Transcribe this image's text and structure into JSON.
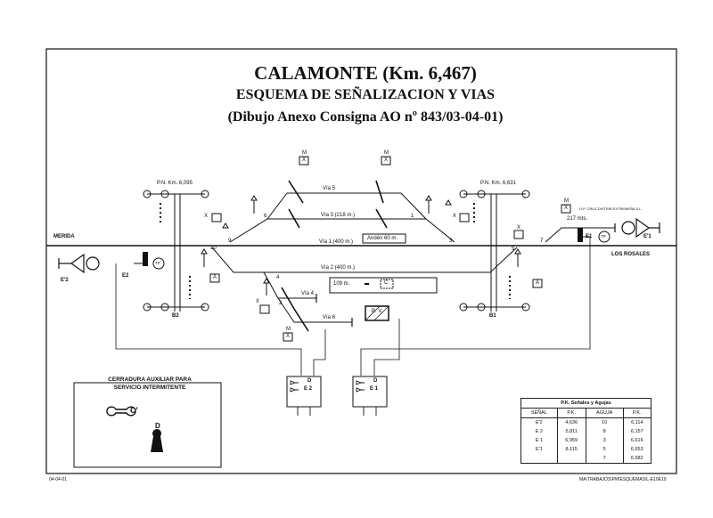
{
  "title": {
    "main": "CALAMONTE (Km. 6,467)",
    "subtitle": "ESQUEMA DE SEÑALIZACION Y VIAS",
    "reference": "(Dibujo Anexo Consigna AO nº 843/03-04-01)"
  },
  "places": {
    "left": "MERIDA",
    "right": "LOS ROSALES"
  },
  "level_crossings": {
    "left": "P.N. Km. 6,095",
    "right": "P.N. Km. 6,631"
  },
  "tracks": {
    "via5": "Vía 5",
    "via3": "Vía 3 (218 m.)",
    "via1": "Vía 1 (400 m.)",
    "via2": "Vía 2 (400 m.)",
    "via4": "Vía 4",
    "via6": "Vía 6",
    "platform": "Andén 60 m.",
    "length_109": "109 m.",
    "length_217": "217 mts."
  },
  "marks": {
    "m": "M",
    "x": "X",
    "a": "A",
    "c": "C",
    "d": "D",
    "bv": "B. V.",
    "company": "O.P. CRUZ DISTRIB.EXTREMEÑA S.L."
  },
  "signals": {
    "e2p": "E'2",
    "e2": "E2",
    "e1": "E1",
    "e1p": "E'1",
    "b1": "B1",
    "b2": "B2",
    "tp": "TP"
  },
  "switch_numbers": [
    "10",
    "9",
    "6",
    "4",
    "2",
    "1",
    "3",
    "5",
    "7",
    "8"
  ],
  "locks": {
    "left_id": "E 2",
    "right_id": "E 1",
    "d": "D"
  },
  "legend": {
    "heading_1": "CERRADURA AUXILIAR PARA",
    "heading_2": "SERVICIO INTERMITENTE",
    "key_label": "C'",
    "lock_label": "D"
  },
  "pk_table": {
    "caption": "P.K. Señales y Agujas",
    "headers": [
      "SEÑAL",
      "P.K.",
      "AGUJA",
      "P.K."
    ],
    "rows": [
      [
        "E'2",
        "4,636",
        "10",
        "6,114"
      ],
      [
        "E 2",
        "5,811",
        "8",
        "6,157"
      ],
      [
        "E 1",
        "6,959",
        "3",
        "6,616"
      ],
      [
        "E'1",
        "8,115",
        "5",
        "6,653"
      ],
      [
        "",
        "",
        "7",
        "6,682"
      ]
    ]
  },
  "footer": {
    "left": "04-04-01",
    "right": "MA\\TRABAJOS\\PM\\ESQUEMAS\\L-E10E10"
  }
}
